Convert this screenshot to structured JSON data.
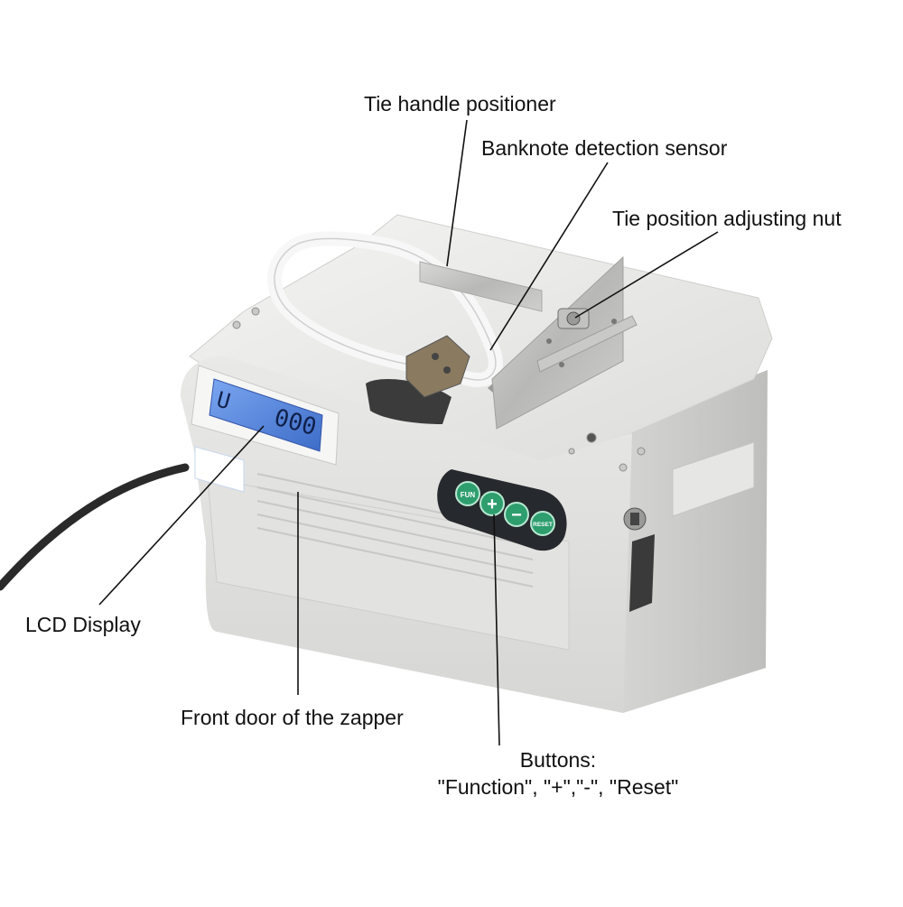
{
  "labels": {
    "tie_handle_positioner": "Tie handle positioner",
    "banknote_detection_sensor": "Banknote detection sensor",
    "tie_position_adjusting_nut": "Tie position adjusting nut",
    "lcd_display": "LCD Display",
    "front_door": "Front door of the zapper",
    "buttons_title": "Buttons:",
    "buttons_list": "\"Function\", \"+\",\"-\", \"Reset\""
  },
  "device": {
    "lcd_left": "U",
    "lcd_right": "000",
    "buttons": [
      "FUN",
      "+",
      "−",
      "RESET"
    ]
  },
  "colors": {
    "body": "#e4e4e2",
    "lcd": "#4f80d8",
    "button_panel": "#2a2d31",
    "button": "#2e9e6e",
    "leader_line": "#111111"
  }
}
